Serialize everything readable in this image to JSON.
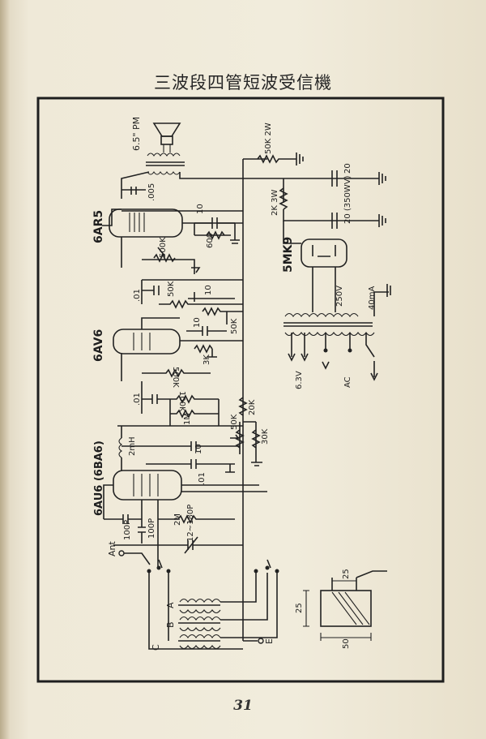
{
  "page": {
    "title": "三波段四管短波受信機",
    "page_number": "31"
  },
  "diagram": {
    "speaker": "6.5\" PM",
    "tubes": {
      "output": "6AR5",
      "audio": "6AV6",
      "converter": "6AU6 (6BA6)",
      "rectifier": "5MK9"
    },
    "values": {
      "r_50k_2w": "50K 2W",
      "c_20a": "20",
      "r_2k_3w": "2K 3W",
      "c_20b": "20 (350WV)",
      "c_005": ".005",
      "c_10_output": "10",
      "r_600": "600",
      "pot_500k": "500K",
      "c_01_a": ".01",
      "r_50k_a": "50K",
      "c_10_a": "10",
      "r_50k_b": "50K",
      "c_10_b": "10",
      "r_3k": "3K",
      "r_500k": "500K",
      "c_01_b": ".01",
      "r_100k": "100K",
      "r_1m": "1M",
      "r_20k": "20K",
      "r_50k_pot": "50K",
      "r_30k": "30K",
      "choke_2mh": "2mH",
      "c_10_c": "10",
      "c_01_c": ".01",
      "c_100p_a": "100P",
      "c_100p_b": "100P",
      "r_2m": "2M",
      "vc_12_180p": "12~180P",
      "transformer_hv": "250V",
      "transformer_ma": "40mA",
      "heater": "6.3V",
      "ac": "AC"
    },
    "terminals": {
      "antenna": "Ant",
      "earth": "E"
    },
    "bands": [
      "A",
      "B",
      "C"
    ],
    "coil_dims": {
      "d1": "25",
      "d2": "25",
      "d3": "50"
    }
  }
}
